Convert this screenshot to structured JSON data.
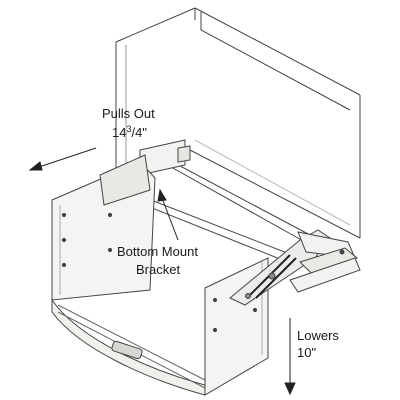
{
  "labels": {
    "pulls_out": "Pulls Out",
    "pulls_out_value_whole": "14",
    "pulls_out_value_num": "3",
    "pulls_out_value_den": "/4\"",
    "bracket_line1": "Bottom Mount",
    "bracket_line2": "Bracket",
    "lowers": "Lowers",
    "lowers_value": "10\""
  },
  "colors": {
    "line": "#333333",
    "light": "#9a9a9a",
    "fill": "#f4f4f2",
    "shadow": "#dcdcd8"
  }
}
